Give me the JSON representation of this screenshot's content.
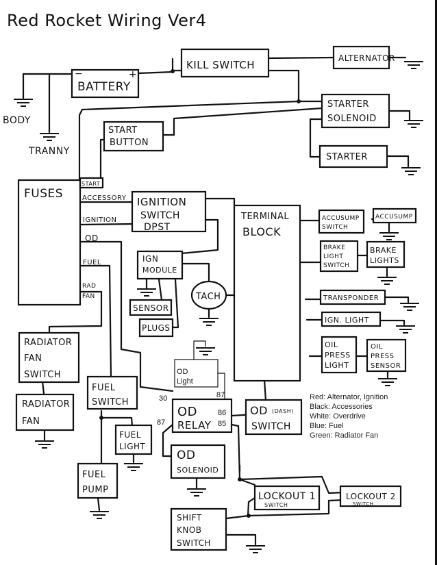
{
  "title": "Red Rocket Wiring Ver4",
  "components": {
    "battery": "BATTERY",
    "battery_neg": "−",
    "battery_pos": "+",
    "kill_switch": "KILL SWITCH",
    "alternator": "ALTERNATOR",
    "starter_solenoid_1": "STARTER",
    "starter_solenoid_2": "SOLENOID",
    "starter": "STARTER",
    "start_button_1": "START",
    "start_button_2": "BUTTON",
    "fuses": "FUSES",
    "ignition_switch_1": "IGNITION",
    "ignition_switch_2": "SWITCH",
    "ignition_switch_3": "DPST",
    "ign_module_1": "IGN",
    "ign_module_2": "MODULE",
    "sensor": "SENSOR",
    "plugs": "PLUGS",
    "tach": "TACH",
    "terminal_block_1": "TERMINAL",
    "terminal_block_2": "BLOCK",
    "accusump_switch_1": "ACCUSUMP",
    "accusump_switch_2": "SWITCH",
    "accusump": "ACCUSUMP",
    "brake_light_switch_1": "BRAKE",
    "brake_light_switch_2": "LIGHT",
    "brake_light_switch_3": "SWITCH",
    "brake_lights_1": "BRAKE",
    "brake_lights_2": "LIGHTS",
    "transponder": "TRANSPONDER",
    "ign_light": "IGN. LIGHT",
    "oil_press_light_1": "OIL",
    "oil_press_light_2": "PRESS",
    "oil_press_light_3": "LIGHT",
    "oil_press_sensor_1": "OIL",
    "oil_press_sensor_2": "PRESS",
    "oil_press_sensor_3": "SENSOR",
    "radiator_fan_switch_1": "RADIATOR",
    "radiator_fan_switch_2": "FAN",
    "radiator_fan_switch_3": "SWITCH",
    "radiator_fan_1": "RADIATOR",
    "radiator_fan_2": "FAN",
    "fuel_switch_1": "FUEL",
    "fuel_switch_2": "SWITCH",
    "fuel_light_1": "FUEL",
    "fuel_light_2": "LIGHT",
    "fuel_pump_1": "FUEL",
    "fuel_pump_2": "PUMP",
    "od_light_1": "OD",
    "od_light_2": "Light",
    "od_relay_1": "OD",
    "od_relay_2": "RELAY",
    "od_dash_switch_1": "OD",
    "od_dash_switch_dash": "(DASH)",
    "od_dash_switch_2": "SWITCH",
    "od_solenoid_1": "OD",
    "od_solenoid_2": "SOLENOID",
    "lockout1_1": "LOCKOUT 1",
    "lockout1_2": "SWITCH",
    "lockout2_1": "LOCKOUT 2",
    "lockout2_2": "SWITCH",
    "shift_knob_1": "SHIFT",
    "shift_knob_2": "KNOB",
    "shift_knob_3": "SWITCH"
  },
  "ground_labels": {
    "body": "BODY",
    "tranny": "TRANNY"
  },
  "fuse_circuits": [
    "START",
    "ACCESSORY",
    "IGNITION",
    "OD",
    "FUEL",
    "RAD",
    "FAN"
  ],
  "relay_pins": {
    "p30": "30",
    "p87_left": "87",
    "p87_right": "87",
    "p86": "86",
    "p85": "85"
  },
  "legend": [
    "Red: Alternator, Ignition",
    "Black: Accessories",
    "White: Overdrive",
    "Blue: Fuel",
    "Green: Radiator Fan"
  ]
}
